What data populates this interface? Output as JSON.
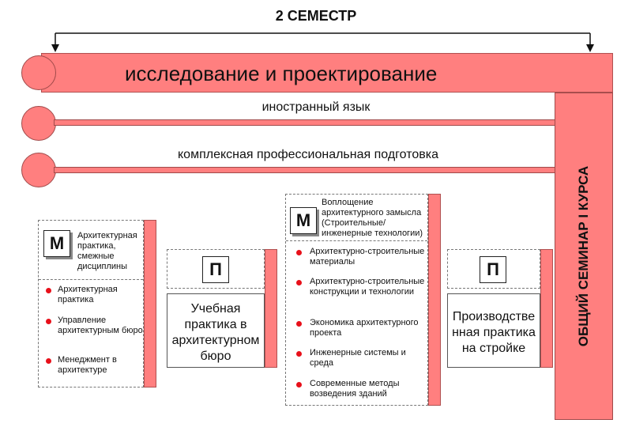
{
  "header": {
    "title": "2 СЕМЕСТР"
  },
  "bars": {
    "main": "исследование и проектирование",
    "line1": "иностранный язык",
    "line2": "комплексная профессиональная подготовка"
  },
  "seminar": "ОБЩИЙ СЕМИНАР I КУРСА",
  "module1": {
    "badge": "М",
    "title": "Архитектурная практика, смежные дисциплины",
    "items": [
      "Архитектурная практика",
      "Управление архитектурным бюро",
      "Менеджмент в архитектуре"
    ]
  },
  "practice1": {
    "badge": "П",
    "title": "Учебная практика в архитектурном бюро"
  },
  "module2": {
    "badge": "М",
    "title": "Воплощение архитектурного замысла (Строительные/ инженерные технологии)",
    "items": [
      "Архитектурно-строительные материалы",
      "Архитектурно-строительные конструкции и технологии",
      "Экономика архитектурного проекта",
      "Инженерные системы и среда",
      "Современные методы возведения зданий"
    ]
  },
  "practice2": {
    "badge": "П",
    "title": "Производстве нная практика на стройке"
  },
  "colors": {
    "accent": "#ff7f7f",
    "bullet": "#e8101a"
  }
}
